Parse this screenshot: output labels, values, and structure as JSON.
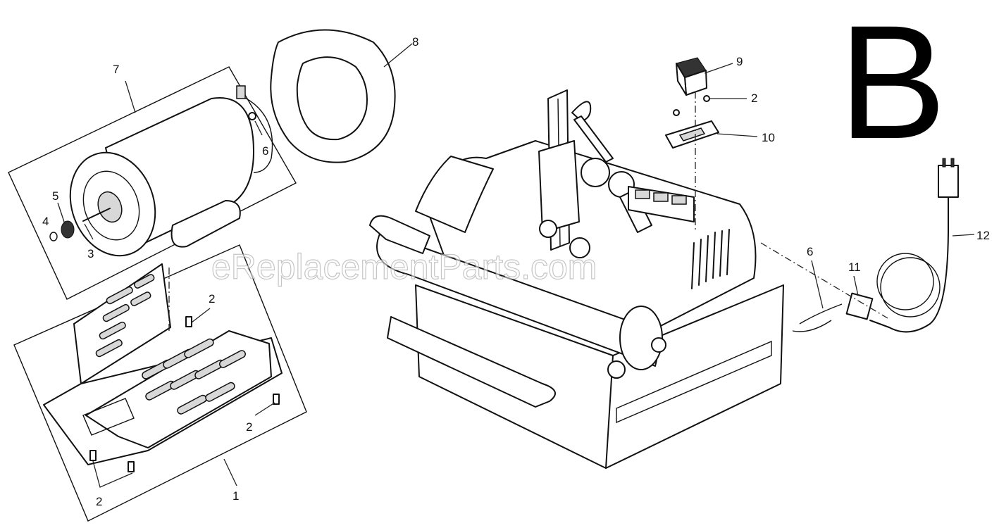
{
  "diagram": {
    "section_letter": "B",
    "watermark": "eReplacementParts.com",
    "callouts": {
      "c1": "1",
      "c2a": "2",
      "c2b": "2",
      "c2c": "2",
      "c2d": "2",
      "c3": "3",
      "c4": "4",
      "c5": "5",
      "c6a": "6",
      "c6b": "6",
      "c7": "7",
      "c8": "8",
      "c9": "9",
      "c10": "10",
      "c11": "11",
      "c12": "12"
    }
  }
}
